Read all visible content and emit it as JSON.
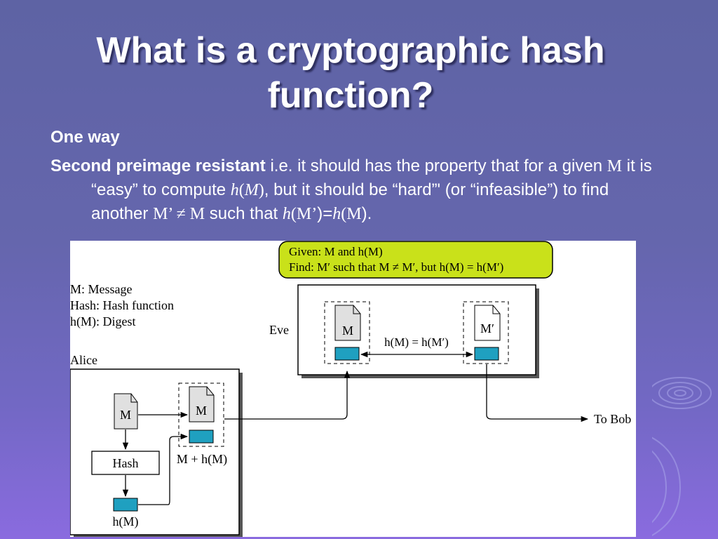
{
  "slide": {
    "title": "What is a cryptographic hash function?",
    "bullets": [
      {
        "text": "One way"
      },
      {
        "bold": "Second preimage resistant",
        "p1": " i.e. it should has the property that for a given ",
        "M1": "M",
        "p2": " it is “easy” to compute ",
        "h1": "h",
        "paren1": "(",
        "M2": "M",
        "paren2": ")",
        "p3": ", but it should be “hard”' (or “infeasible”) to find another ",
        "Mneq": "M’ ≠ M",
        "p4": " such that ",
        "h2": "h",
        "paren3": "(",
        "M3": "M’",
        "eq": ")=",
        "h3": "h",
        "paren4": "(",
        "M4": "M",
        "paren5": ").",
        "end": ""
      }
    ]
  },
  "figure": {
    "given_line1": "Given: M and h(M)",
    "given_line2": "Find: M′ such that M ≠ M′, but h(M) = h(M′)",
    "legend": [
      "M: Message",
      "Hash: Hash function",
      "h(M): Digest"
    ],
    "alice_label": "Alice",
    "eve_label": "Eve",
    "doc_m": "M",
    "doc_m_prime": "M′",
    "hash_box": "Hash",
    "hm_label": "h(M)",
    "m_plus_hm": "M + h(M)",
    "equality": "h(M) = h(M′)",
    "to_bob": "To Bob",
    "colors": {
      "digest": "#1fa0c0",
      "given_box": "#c9e11a",
      "doc_fill": "#e0e0e0"
    }
  }
}
